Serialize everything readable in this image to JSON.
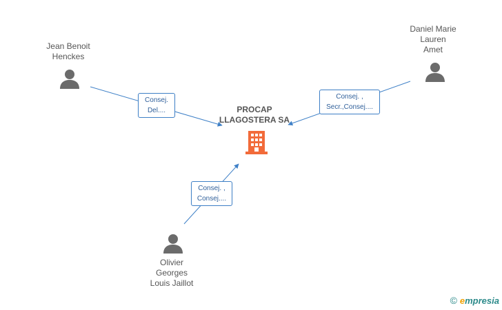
{
  "company": {
    "name_line1": "PROCAP",
    "name_line2": "LLAGOSTERA SA",
    "icon": "building-icon",
    "icon_color": "#f26b3a"
  },
  "people": [
    {
      "name_lines": [
        "Jean Benoit",
        "Henckes",
        ""
      ],
      "icon": "person-icon"
    },
    {
      "name_lines": [
        "Daniel Marie",
        "Lauren",
        "Amet"
      ],
      "icon": "person-icon"
    },
    {
      "name_lines": [
        "Olivier",
        "Georges",
        "Louis Jaillot"
      ],
      "icon": "person-icon"
    }
  ],
  "relations": [
    {
      "from": "Jean Benoit Henckes",
      "lines": [
        "Consej.",
        "Del...."
      ]
    },
    {
      "from": "Daniel Marie Lauren Amet",
      "lines": [
        "Consej. ,",
        "Secr.,Consej...."
      ]
    },
    {
      "from": "Olivier Georges Louis Jaillot",
      "lines": [
        "Consej. ,",
        "Consej...."
      ]
    }
  ],
  "colors": {
    "edge": "#3e80c7",
    "person_icon": "#6b6b6b",
    "text": "#555555"
  },
  "footer": {
    "copyright": "©",
    "brand_initial": "e",
    "brand_rest": "mpresia"
  }
}
